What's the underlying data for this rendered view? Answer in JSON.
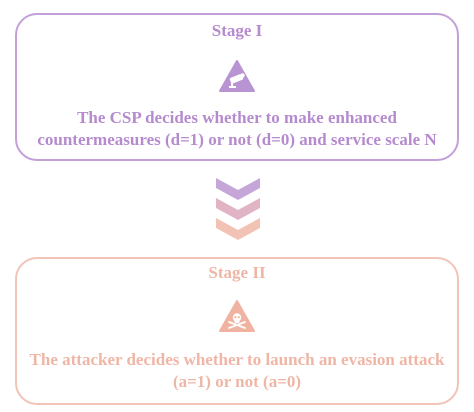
{
  "stages": [
    {
      "title": "Stage I",
      "description": "The CSP decides whether to make enhanced countermeasures (d=1) or not (d=0) and service scale N",
      "icon": "security-camera-icon",
      "color": "#b58bce"
    },
    {
      "title": "Stage II",
      "description": "The attacker decides whether to launch an evasion attack (a=1) or not (a=0)",
      "icon": "skull-crossbones-icon",
      "color": "#efb6a6"
    }
  ],
  "arrows": {
    "icon": "chevron-down-icon",
    "colors": [
      "#c6a6d8",
      "#e0b4c4",
      "#f2c2b4"
    ]
  }
}
